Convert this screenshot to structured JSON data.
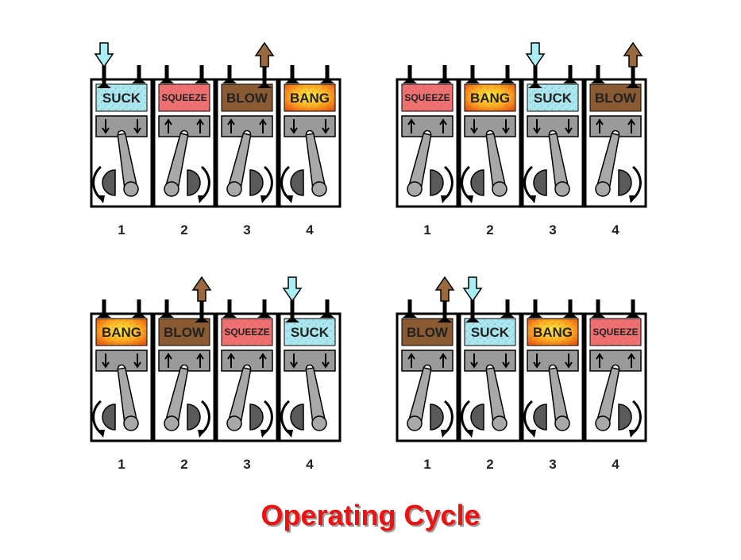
{
  "title": "Operating Cycle",
  "colors": {
    "SUCK": "#a9e8ee",
    "SQUEEZE": "#f07070",
    "BLOW": "#8a5a32",
    "BANG_outer": "#e85a10",
    "BANG_inner": "#ffee44",
    "intake_arrow": "#a9eef4",
    "exhaust_arrow": "#9a6a3e",
    "piston": "#9a9a9a",
    "rod": "#a8a8a8",
    "counterweight": "#5a5a5a"
  },
  "panels": [
    {
      "cylinders": [
        {
          "number": "1",
          "stroke": "SUCK",
          "piston_dir": "down",
          "intake_arrow": true,
          "exhaust_arrow": false,
          "crank_rotation": "left"
        },
        {
          "number": "2",
          "stroke": "SQUEEZE",
          "piston_dir": "up",
          "intake_arrow": false,
          "exhaust_arrow": false,
          "crank_rotation": "right"
        },
        {
          "number": "3",
          "stroke": "BLOW",
          "piston_dir": "up",
          "intake_arrow": false,
          "exhaust_arrow": true,
          "crank_rotation": "right"
        },
        {
          "number": "4",
          "stroke": "BANG",
          "piston_dir": "down",
          "intake_arrow": false,
          "exhaust_arrow": false,
          "crank_rotation": "left"
        }
      ]
    },
    {
      "cylinders": [
        {
          "number": "1",
          "stroke": "SQUEEZE",
          "piston_dir": "up",
          "intake_arrow": false,
          "exhaust_arrow": false,
          "crank_rotation": "right"
        },
        {
          "number": "2",
          "stroke": "BANG",
          "piston_dir": "down",
          "intake_arrow": false,
          "exhaust_arrow": false,
          "crank_rotation": "left"
        },
        {
          "number": "3",
          "stroke": "SUCK",
          "piston_dir": "down",
          "intake_arrow": true,
          "exhaust_arrow": false,
          "crank_rotation": "left"
        },
        {
          "number": "4",
          "stroke": "BLOW",
          "piston_dir": "up",
          "intake_arrow": false,
          "exhaust_arrow": true,
          "crank_rotation": "right"
        }
      ]
    },
    {
      "cylinders": [
        {
          "number": "1",
          "stroke": "BANG",
          "piston_dir": "down",
          "intake_arrow": false,
          "exhaust_arrow": false,
          "crank_rotation": "left"
        },
        {
          "number": "2",
          "stroke": "BLOW",
          "piston_dir": "up",
          "intake_arrow": false,
          "exhaust_arrow": true,
          "crank_rotation": "right"
        },
        {
          "number": "3",
          "stroke": "SQUEEZE",
          "piston_dir": "up",
          "intake_arrow": false,
          "exhaust_arrow": false,
          "crank_rotation": "right"
        },
        {
          "number": "4",
          "stroke": "SUCK",
          "piston_dir": "down",
          "intake_arrow": true,
          "exhaust_arrow": false,
          "crank_rotation": "left"
        }
      ]
    },
    {
      "cylinders": [
        {
          "number": "1",
          "stroke": "BLOW",
          "piston_dir": "up",
          "intake_arrow": false,
          "exhaust_arrow": true,
          "crank_rotation": "right"
        },
        {
          "number": "2",
          "stroke": "SUCK",
          "piston_dir": "down",
          "intake_arrow": true,
          "exhaust_arrow": false,
          "crank_rotation": "left"
        },
        {
          "number": "3",
          "stroke": "BANG",
          "piston_dir": "down",
          "intake_arrow": false,
          "exhaust_arrow": false,
          "crank_rotation": "left"
        },
        {
          "number": "4",
          "stroke": "SQUEEZE",
          "piston_dir": "up",
          "intake_arrow": false,
          "exhaust_arrow": false,
          "crank_rotation": "right"
        }
      ]
    }
  ]
}
